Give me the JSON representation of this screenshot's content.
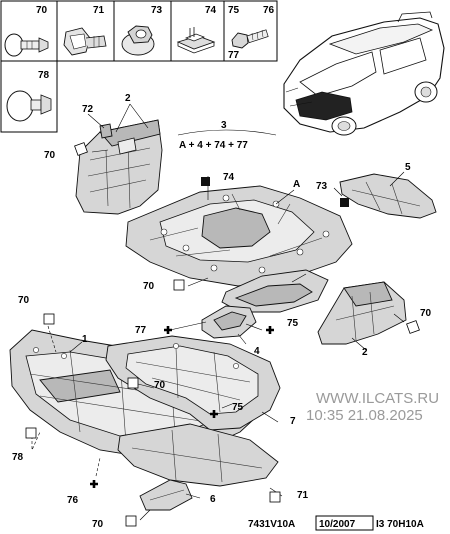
{
  "diagram": {
    "legend": {
      "row1": [
        {
          "ref": "70",
          "icon": "push-rivet-icon"
        },
        {
          "ref": "71",
          "icon": "clip-fastener-icon"
        },
        {
          "ref": "73",
          "icon": "flange-nut-icon"
        },
        {
          "ref": "74",
          "icon": "spring-nut-icon"
        },
        {
          "ref": "75",
          "icon": "bolt-icon"
        }
      ],
      "extra_ref_76": "76",
      "extra_ref_77": "77",
      "row2": [
        {
          "ref": "78",
          "icon": "large-push-rivet-icon"
        }
      ]
    },
    "kit": {
      "ref": "3",
      "formula": "A + 4 + 74 + 77"
    },
    "callouts": {
      "c72": "72",
      "c2_top": "2",
      "c70_a": "70",
      "c74": "74",
      "cA": "A",
      "c73": "73",
      "c5": "5",
      "c70_b": "70",
      "c70_c": "70",
      "c70_d": "70",
      "c1": "1",
      "c77": "77",
      "c75_a": "75",
      "c4": "4",
      "c2_right": "2",
      "c70_e": "70",
      "c75_b": "75",
      "c7": "7",
      "c78": "78",
      "c76": "76",
      "c6": "6",
      "c71": "71",
      "c70_f": "70"
    },
    "watermark": {
      "site": "WWW.ILCATS.RU",
      "timestamp": "10:35 21.08.2025"
    },
    "footer": {
      "code": "7431V10A",
      "date": "10/2007",
      "ref": "I3 70H10A"
    }
  }
}
